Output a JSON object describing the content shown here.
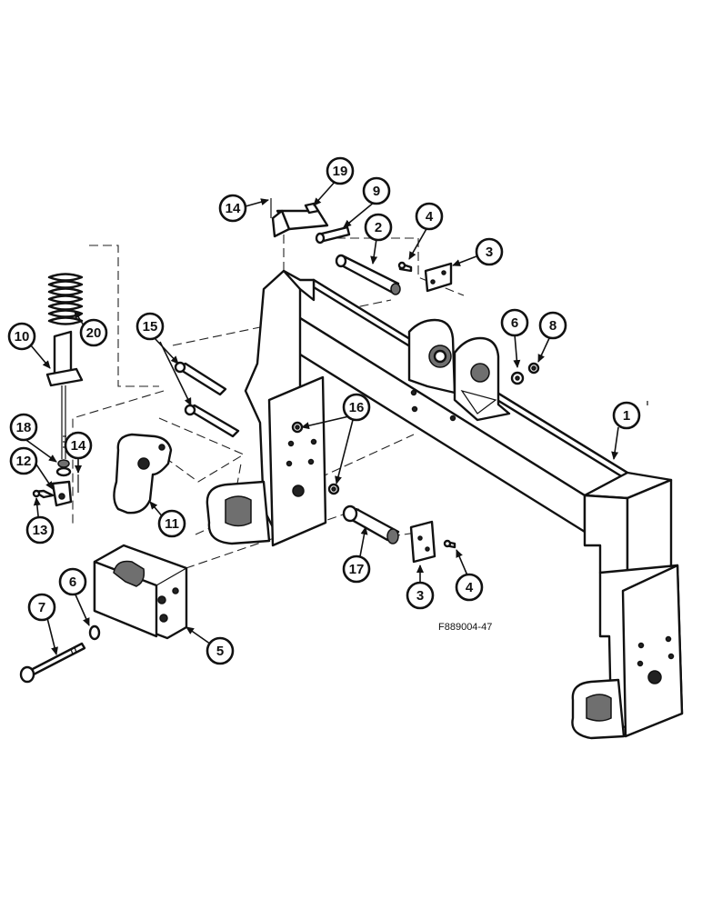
{
  "figure_code": "F889004-47",
  "callouts": [
    "1",
    "2",
    "3",
    "3",
    "4",
    "4",
    "5",
    "6",
    "6",
    "7",
    "8",
    "9",
    "10",
    "11",
    "12",
    "13",
    "14",
    "14",
    "15",
    "16",
    "17",
    "18",
    "19",
    "20"
  ]
}
